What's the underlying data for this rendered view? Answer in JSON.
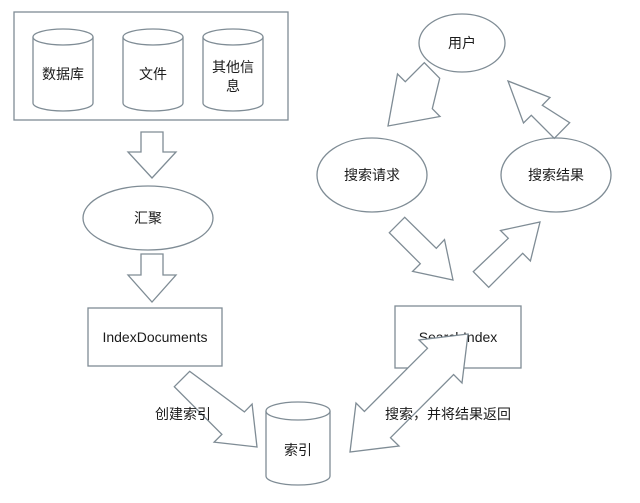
{
  "sources": {
    "database": "数据库",
    "file": "文件",
    "other_line1": "其他信",
    "other_line2": "息"
  },
  "aggregate": "汇聚",
  "index_documents": "IndexDocuments",
  "search_index": "SearchIndex",
  "index_store": "索引",
  "create_index": "创建索引",
  "user": "用户",
  "search_request": "搜索请求",
  "search_result": "搜索结果",
  "search_and_return": "搜索，并将结果返回",
  "colors": {
    "stroke": "#7f8c95",
    "fill": "#ffffff",
    "text": "#1b1b1b"
  }
}
